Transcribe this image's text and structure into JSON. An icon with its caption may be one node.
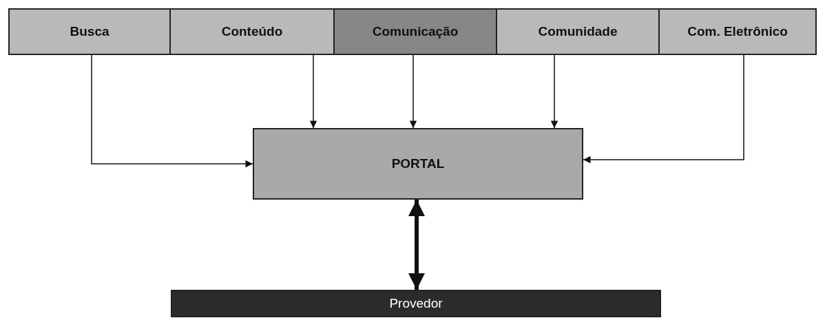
{
  "diagram": {
    "nodes": [
      {
        "text": [
          "Busca"
        ]
      },
      {
        "text": [
          "Conteúdo"
        ]
      },
      {
        "text": [
          "Comunicação"
        ]
      },
      {
        "text": [
          "Comunidade"
        ]
      },
      {
        "text": [
          "Com. Eletrônico"
        ]
      },
      {
        "text": [
          "PORTAL"
        ]
      },
      {
        "text": [
          "Provedor"
        ]
      }
    ],
    "edges": [
      {
        "from": 0,
        "to": 5,
        "arrow": "to"
      },
      {
        "from": 1,
        "to": 5,
        "arrow": "to"
      },
      {
        "from": 2,
        "to": 5,
        "arrow": "to"
      },
      {
        "from": 3,
        "to": 5,
        "arrow": "to"
      },
      {
        "from": 4,
        "to": 5,
        "arrow": "to"
      },
      {
        "from": 5,
        "to": 6,
        "arrow": "both",
        "style": "thick"
      }
    ]
  }
}
